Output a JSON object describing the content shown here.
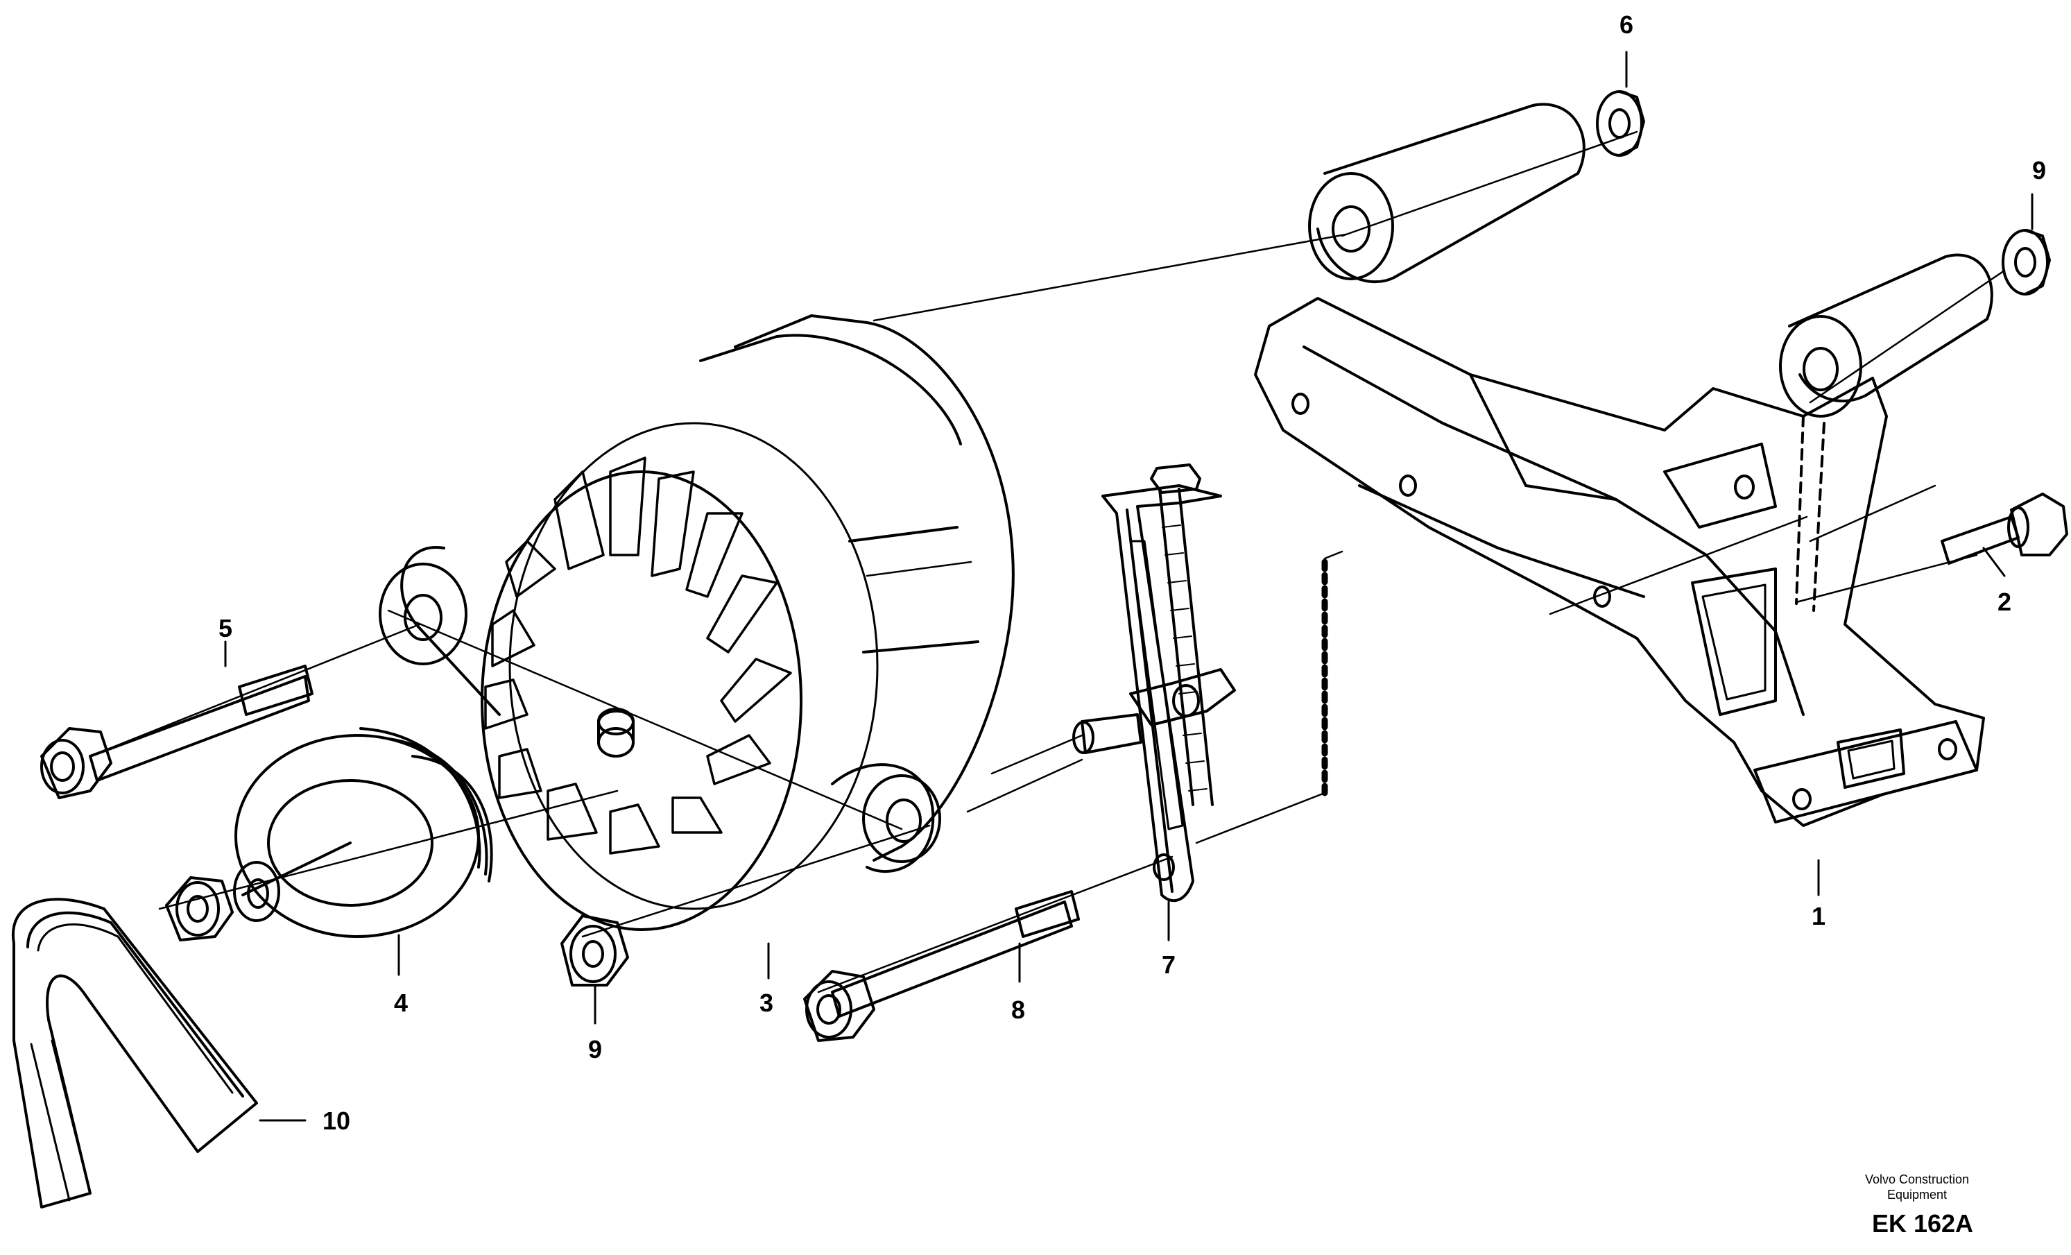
{
  "callouts": {
    "c1": "1",
    "c2": "2",
    "c3": "3",
    "c4": "4",
    "c5": "5",
    "c6": "6",
    "c7": "7",
    "c8": "8",
    "c9a": "9",
    "c9b": "9",
    "c10": "10"
  },
  "footer": {
    "brand_line1": "Volvo Construction",
    "brand_line2": "Equipment",
    "code": "EK 162A"
  },
  "colors": {
    "ink": "#000000",
    "paper": "#ffffff"
  }
}
